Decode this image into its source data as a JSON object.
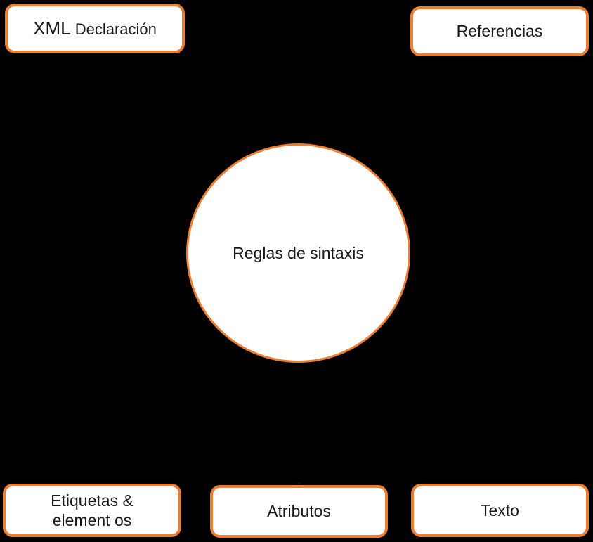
{
  "diagram": {
    "type": "radial-hub-and-spoke",
    "background_color": "#000000",
    "accent_color": "#ED7D31",
    "node_fill_color": "#FFFFFF",
    "text_color": "#1A1A1A",
    "center": {
      "label": "Reglas de sintaxis",
      "shape": "circle"
    },
    "nodes": [
      {
        "id": "xml-declaracion",
        "label_primary": "XML",
        "label_secondary": "Declaración",
        "shape": "rounded-rectangle",
        "position": "top-left"
      },
      {
        "id": "referencias",
        "label": "Referencias",
        "shape": "rounded-rectangle",
        "position": "top-right"
      },
      {
        "id": "etiquetas-elementos",
        "label": "Etiquetas & element os",
        "shape": "rounded-rectangle",
        "position": "bottom-left"
      },
      {
        "id": "atributos",
        "label": "Atributos",
        "shape": "rounded-rectangle",
        "position": "bottom-center"
      },
      {
        "id": "texto",
        "label": "Texto",
        "shape": "rounded-rectangle",
        "position": "bottom-right"
      }
    ]
  }
}
